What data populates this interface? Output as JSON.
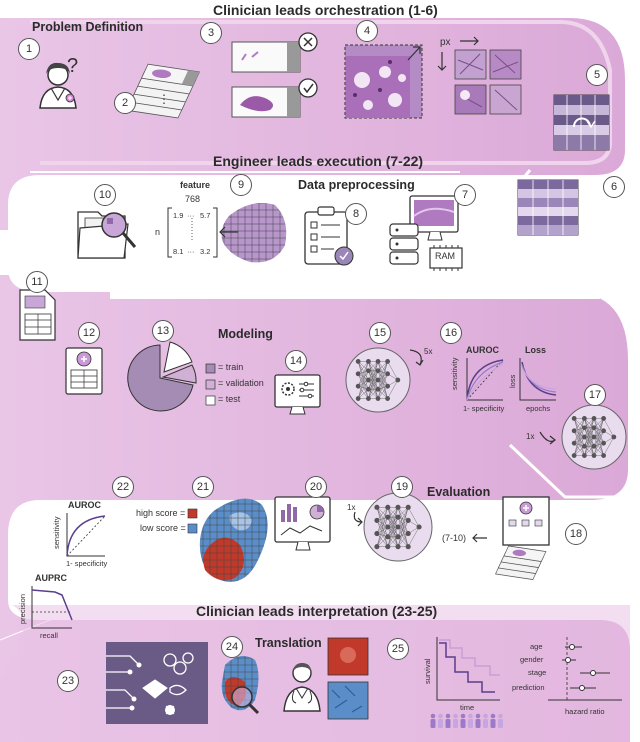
{
  "headings": {
    "h1": "Clinician leads orchestration (1-6)",
    "h2": "Engineer leads execution (7-22)",
    "h3": "Clinician leads interpretation (23-25)"
  },
  "sections": {
    "problem": "Problem Definition",
    "preprocessing": "Data preprocessing",
    "modeling": "Modeling",
    "evaluation": "Evaluation",
    "translation": "Translation"
  },
  "step_numbers": [
    "1",
    "2",
    "3",
    "4",
    "5",
    "6",
    "7",
    "8",
    "9",
    "10",
    "11",
    "12",
    "13",
    "14",
    "15",
    "16",
    "17",
    "18",
    "19",
    "20",
    "21",
    "22",
    "23",
    "24",
    "25"
  ],
  "step1": {
    "question_mark": "?"
  },
  "step2": {
    "dots": "⋮"
  },
  "step4": {
    "px_label": "px"
  },
  "step7": {
    "ram_label": "RAM"
  },
  "step9": {
    "feature_label": "feature",
    "feature_count": "768",
    "n_label": "n",
    "m11": "1.9",
    "m12": "5.7",
    "m21": "8.1",
    "m22": "3.2",
    "hdots": "···"
  },
  "step13": {
    "legend": [
      {
        "label": "= train",
        "color": "#a58cb5"
      },
      {
        "label": "= validation",
        "color": "#d0b0d4"
      },
      {
        "label": "= test",
        "color": "#ffffff"
      }
    ]
  },
  "step15": {
    "repeat": "5x"
  },
  "step16": {
    "auroc_title": "AUROC",
    "auroc_ylabel": "sensitivity",
    "auroc_xlabel": "1- specificity",
    "loss_title": "Loss",
    "loss_ylabel": "loss",
    "loss_xlabel": "epochs"
  },
  "step17": {
    "repeat": "1x"
  },
  "step18": {
    "range_label": "(7-10)"
  },
  "step19": {
    "repeat": "1x"
  },
  "step21": {
    "high_score": "high score =",
    "low_score": "low score =",
    "high_color": "#c0392b",
    "low_color": "#5b8ec9"
  },
  "step22": {
    "auroc_title": "AUROC",
    "auroc_ylabel": "sensitivity",
    "auroc_xlabel": "1- specificity",
    "auprc_title": "AUPRC",
    "auprc_ylabel": "precision",
    "auprc_xlabel": "recall"
  },
  "step25": {
    "km_ylabel": "survival",
    "km_xlabel": "time",
    "forest_rows": [
      "age",
      "gender",
      "stage",
      "prediction"
    ],
    "forest_xlabel": "hazard ratio"
  },
  "colors": {
    "path": "#d9a8d6",
    "accent": "#7b5c9c",
    "stain": "#b07ac0"
  }
}
